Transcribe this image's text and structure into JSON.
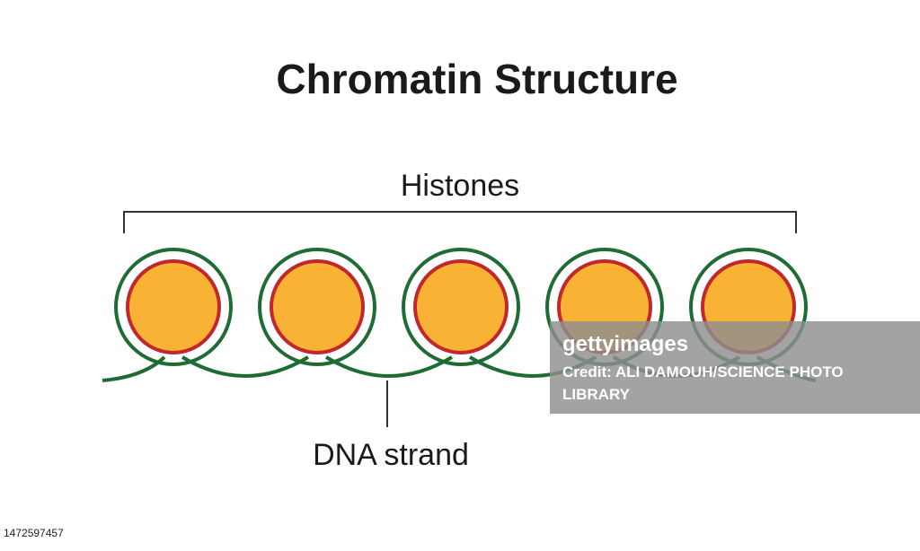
{
  "title": "Chromatin Structure",
  "labels": {
    "histones": "Histones",
    "dna_strand": "DNA strand"
  },
  "histone_count": 5,
  "colors": {
    "histone_fill": "#F9B233",
    "histone_ring": "#C1272D",
    "dna": "#1E6B34",
    "text": "#1a1a1a"
  },
  "watermark": {
    "brand": "gettyimages",
    "credit_line_1": "Credit: ALI DAMOUH/SCIENCE PHOTO",
    "credit_line_2": "LIBRARY"
  },
  "image_id": "1472597457"
}
